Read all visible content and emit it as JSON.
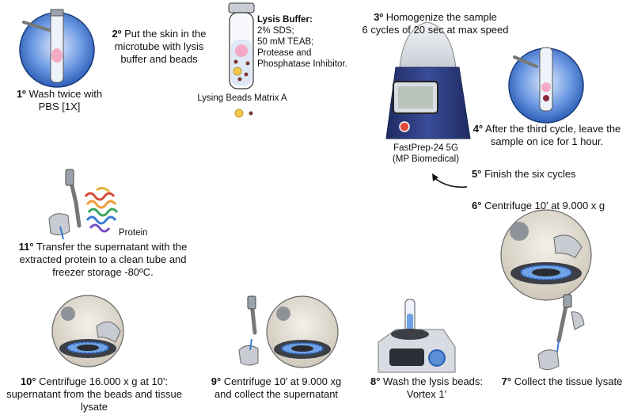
{
  "steps": {
    "s1": {
      "num": "1º",
      "text": "Wash twice with",
      "text2": "PBS [1X]"
    },
    "s2": {
      "num": "2º",
      "text": "Put  the skin in the",
      "text2": "microtube with lysis",
      "text3": "buffer and beads"
    },
    "s3": {
      "num": "3º",
      "text": "Homogenize the sample",
      "text2": "6 cycles of 20 sec at max speed"
    },
    "s4": {
      "num": "4°",
      "text": "After the third cycle, leave the",
      "text2": "sample on ice for 1 hour."
    },
    "s5": {
      "num": "5°",
      "text": "Finish the six cycles"
    },
    "s6": {
      "num": "6°",
      "text": "Centrifuge 10' at 9.000 x g"
    },
    "s7": {
      "num": "7°",
      "text": "Collect the tissue lysate"
    },
    "s8": {
      "num": "8°",
      "text": "Wash the lysis beads:",
      "text2": "Vortex 1'"
    },
    "s9": {
      "num": "9°",
      "text": "Centrifuge 10' at 9.000 xg",
      "text2": "and collect the supernatant"
    },
    "s10": {
      "num": "10°",
      "text": "Centrifuge 16.000 x g at 10':",
      "text2": "supernatant from the beads and tissue",
      "text3": "lysate"
    },
    "s11": {
      "num": "11°",
      "text": "Transfer the supernatant with the",
      "text2": "extracted protein to a clean tube and",
      "text3": "freezer storage -80ºC."
    }
  },
  "lysis_buffer": {
    "title": "Lysis Buffer:",
    "lines": [
      "2% SDS;",
      "50 mM TEAB;",
      "Protease and",
      "Phosphatase Inhibitor."
    ],
    "beads_label": "Lysing Beads Matrix A"
  },
  "device": {
    "name": "FastPrep-24 5G",
    "maker": "(MP Biomedical)"
  },
  "protein_label": "Protein",
  "colors": {
    "tube_pink": "#f4a9c4",
    "bead_yellow": "#f2c94c",
    "bead_brown": "#7a3b2e",
    "device_navy": "#2b3a7c",
    "rotor_blue": "#3a7bd5",
    "glove_gray": "#c8ccd2",
    "circle_blue": "#4a7fd6"
  }
}
